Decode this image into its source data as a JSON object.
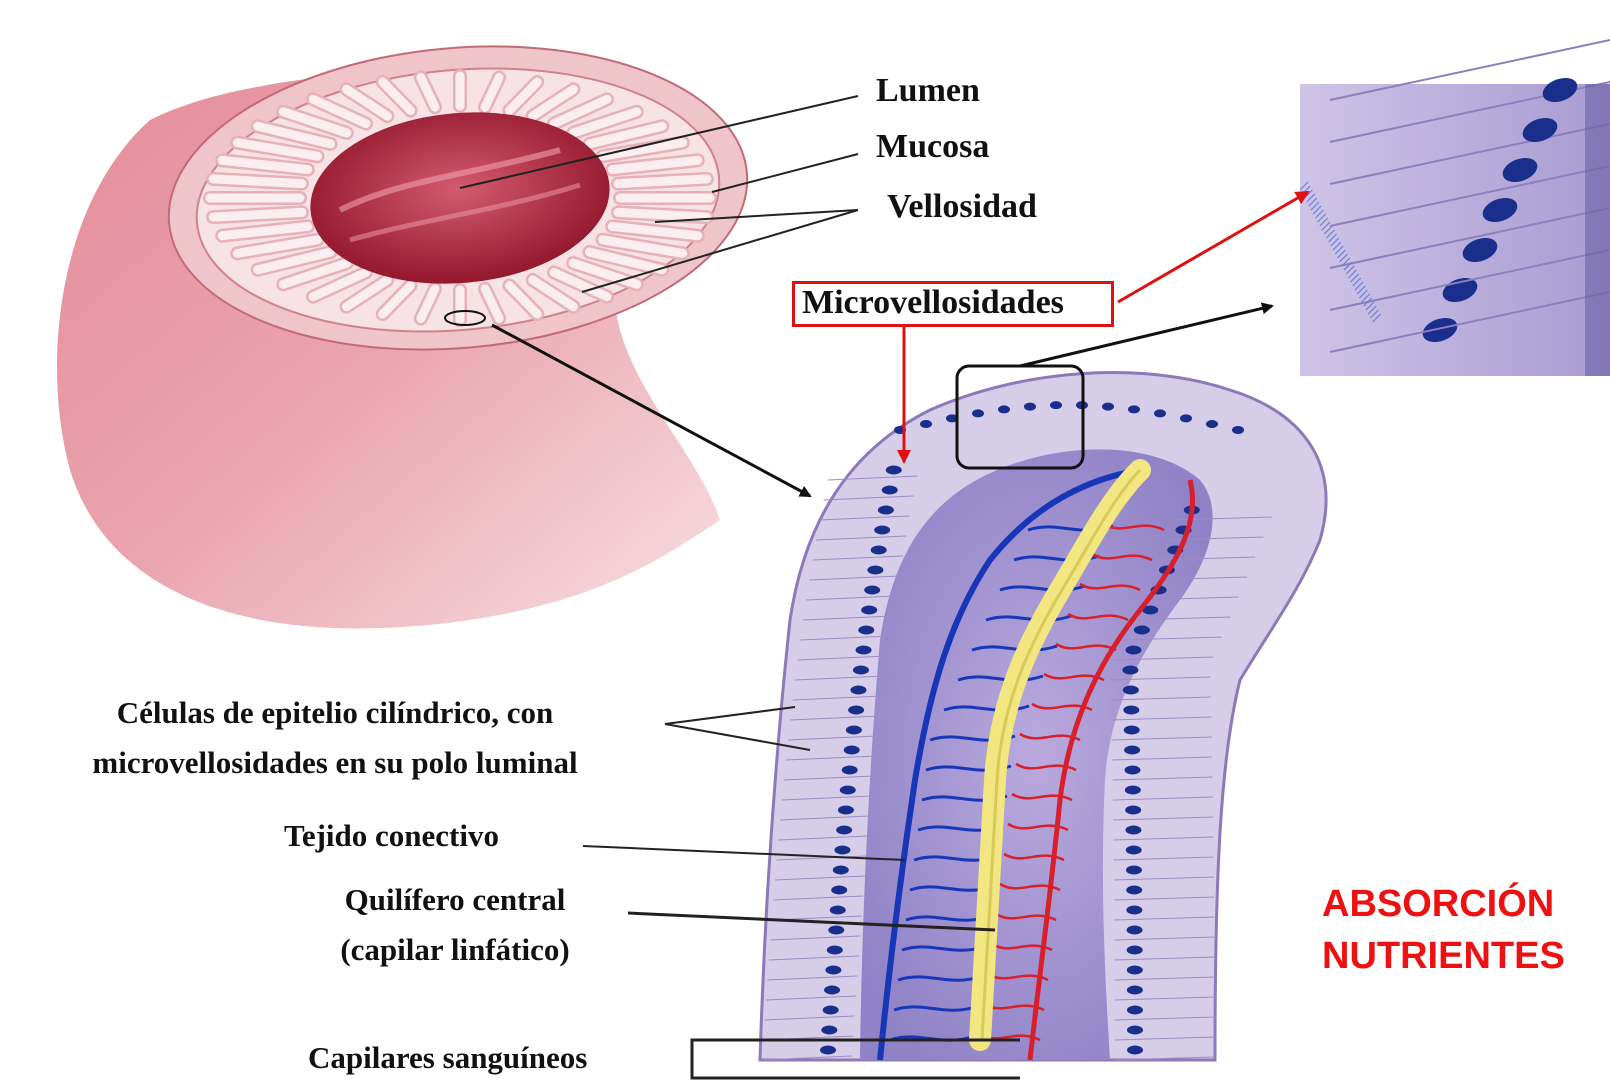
{
  "labels": {
    "lumen": "Lumen",
    "mucosa": "Mucosa",
    "vellosidad": "Vellosidad",
    "microvellosidades": "Microvellosidades",
    "celulas_line1": "Células de epitelio cilíndrico, con",
    "celulas_line2": "microvellosidades en su polo luminal",
    "tejido": "Tejido conectivo",
    "quilifero_line1": "Quilífero central",
    "quilifero_line2": "(capilar linfático)",
    "capilares": "Capilares sanguíneos"
  },
  "title": {
    "line1": "ABSORCIÓN",
    "line2": "NUTRIENTES"
  },
  "colors": {
    "title_red": "#ee1111",
    "arrow_red": "#dd1111",
    "intestine_pink": "#d9707f",
    "lumen_dark": "#a01a30",
    "epithelium_lavender": "#c9bedf",
    "nucleus_blue": "#1a2e8c",
    "vein_blue": "#1737b8",
    "artery_red": "#d8202c",
    "lacteal_yellow": "#f2e680"
  }
}
